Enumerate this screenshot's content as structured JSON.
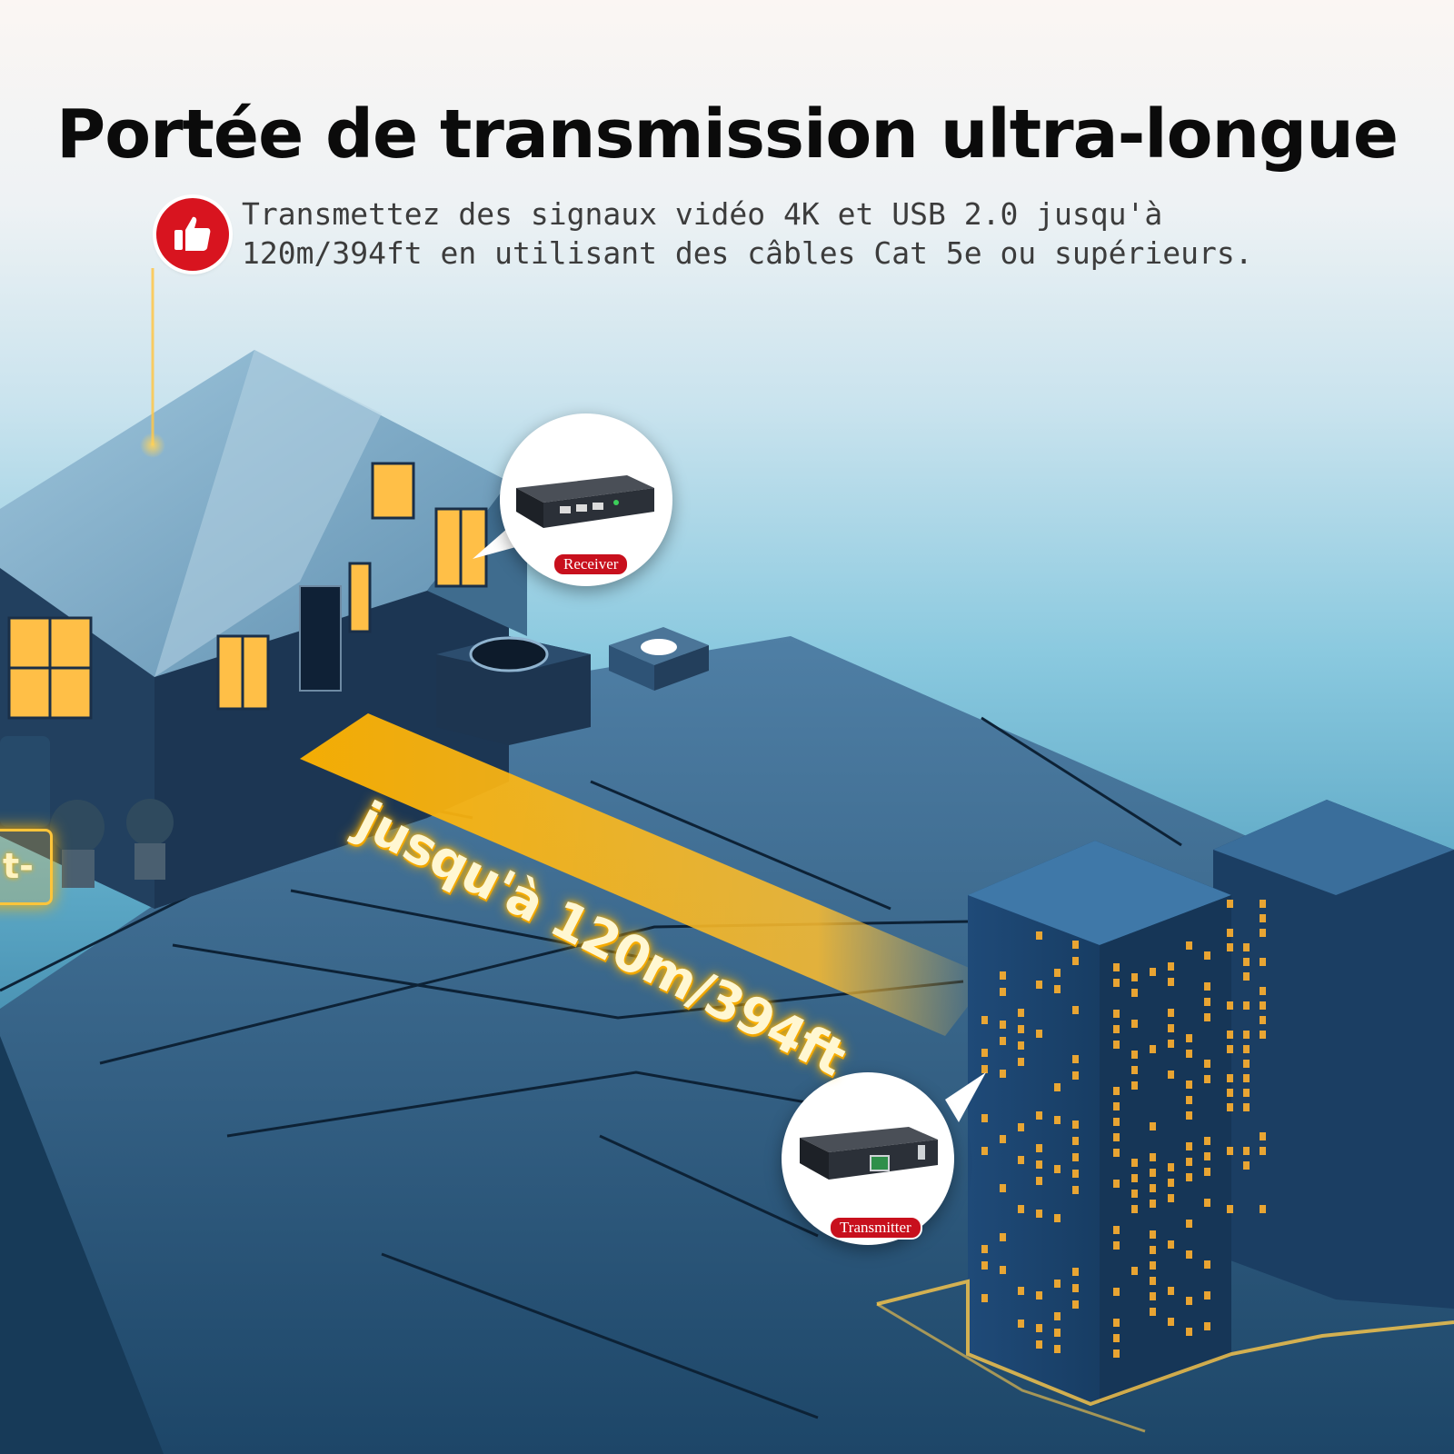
{
  "heading": "Portée de transmission ultra-longue",
  "description": {
    "line1": "Transmettez des signaux vidéo 4K et USB 2.0 jusqu'à",
    "line2": "120m/394ft en utilisant des câbles Cat 5e ou supérieurs."
  },
  "badge_icon": "thumbs-up-icon",
  "range_label": "jusqu'à 120m/394ft",
  "receiver_label": "Receiver",
  "transmitter_label": "Transmitter",
  "side_sign_text": "t-",
  "colors": {
    "accent_red": "#d8141f",
    "beam": "#ffb400",
    "title": "#0b0b0b"
  }
}
